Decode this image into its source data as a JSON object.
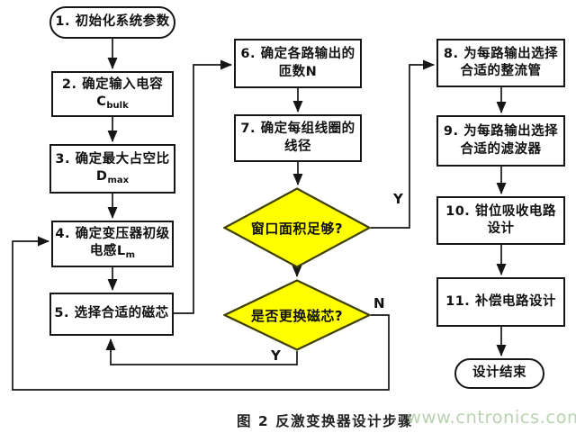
{
  "figure": {
    "caption": "图 2 反激变换器设计步骤",
    "watermark": "www.cntronics.com"
  },
  "colors": {
    "diamond_fill": "#ffff00",
    "diamond_border": "#3f3f00",
    "line": "#161616",
    "watermark": "#b9d2b1"
  },
  "branch": {
    "d1_yes": "Y",
    "d2_no": "N",
    "d2_yes": "Y"
  },
  "nodes": {
    "start": {
      "text": "1. 初始化系统参数"
    },
    "box2": {
      "line1": "2. 确定输入电容",
      "symbol": "C",
      "sub": "bulk"
    },
    "box3": {
      "line1": "3. 确定最大占空比",
      "symbol": "D",
      "sub": "max"
    },
    "box4": {
      "line1": "4. 确定变压器初级",
      "line2": "电感L",
      "sub": "m"
    },
    "box5": {
      "text": "5. 选择合适的磁芯"
    },
    "box6": {
      "line1": "6. 确定各路输出的",
      "line2": "匝数N"
    },
    "box7": {
      "line1": "7. 确定每组线圈的",
      "line2": "线径"
    },
    "decision1": {
      "text": "窗口面积足够?"
    },
    "decision2": {
      "text": "是否更换磁芯?"
    },
    "box8": {
      "line1": "8. 为每路输出选择",
      "line2": "合适的整流管"
    },
    "box9": {
      "line1": "9. 为每路输出选择",
      "line2": "合适的滤波器"
    },
    "box10": {
      "line1": "10. 钳位吸收电路",
      "line2": "设计"
    },
    "box11": {
      "text": "11. 补偿电路设计"
    },
    "end": {
      "text": "设计结束"
    }
  }
}
